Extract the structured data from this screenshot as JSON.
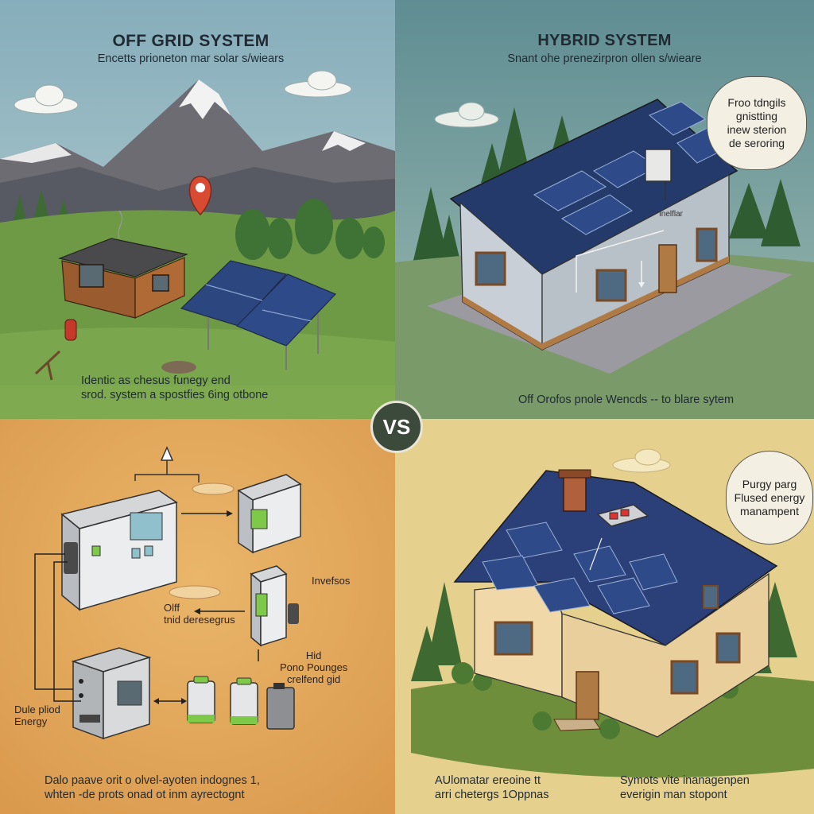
{
  "center_badge": "VS",
  "off_grid": {
    "title": "OFF GRID SYSTEM",
    "subtitle": "Encetts prioneton mar solar s/wiears",
    "caption_line1": "Identic as chesus funegy end",
    "caption_line2": "srod. system a spostfies 6ing otbone"
  },
  "hybrid": {
    "title": "HYBRID SYSTEM",
    "subtitle": "Snant ohe prenezirpron ollen s/wieare",
    "bubble_line1": "Froo tdngils",
    "bubble_line2": "gnistting",
    "bubble_line3": "inew sterion",
    "bubble_line4": "de seroring",
    "caption": "Off Orofos pnole Wencds -- to blare sytem",
    "house_sign": "Inelflar"
  },
  "components": {
    "label_inverter": "Invefsos",
    "label_off_line1": "Olff",
    "label_off_line2": "tnid deresegrus",
    "label_hid_line1": "Hid",
    "label_hid_line2": "Pono Pounges",
    "label_hid_line3": "crelfend gid",
    "label_dual_line1": "Dule pliod",
    "label_dual_line2": "Energy",
    "caption_line1": "Dalo paave orit o olvel-ayoten indognes 1,",
    "caption_line2": "whten -de prots onad ot inm ayrectognt"
  },
  "energy_mgmt": {
    "bubble_line1": "Purgy parg",
    "bubble_line2": "Flused energy",
    "bubble_line3": "manampent",
    "caption_left_line1": "AUlomatar ereoine tt",
    "caption_left_line2": "arri chetergs 1Oppnas",
    "caption_right_line1": "Symots vite inanagenpen",
    "caption_right_line2": "everigin man stopont"
  },
  "colors": {
    "sky_off_grid": "#8fb4c0",
    "sky_hybrid": "#6e9aa0",
    "bg_components": "#e3a85a",
    "bg_energy": "#e6d08e",
    "panel_blue": "#2c4680",
    "grass": "#6f9a45",
    "badge": "#3c4a3b"
  }
}
